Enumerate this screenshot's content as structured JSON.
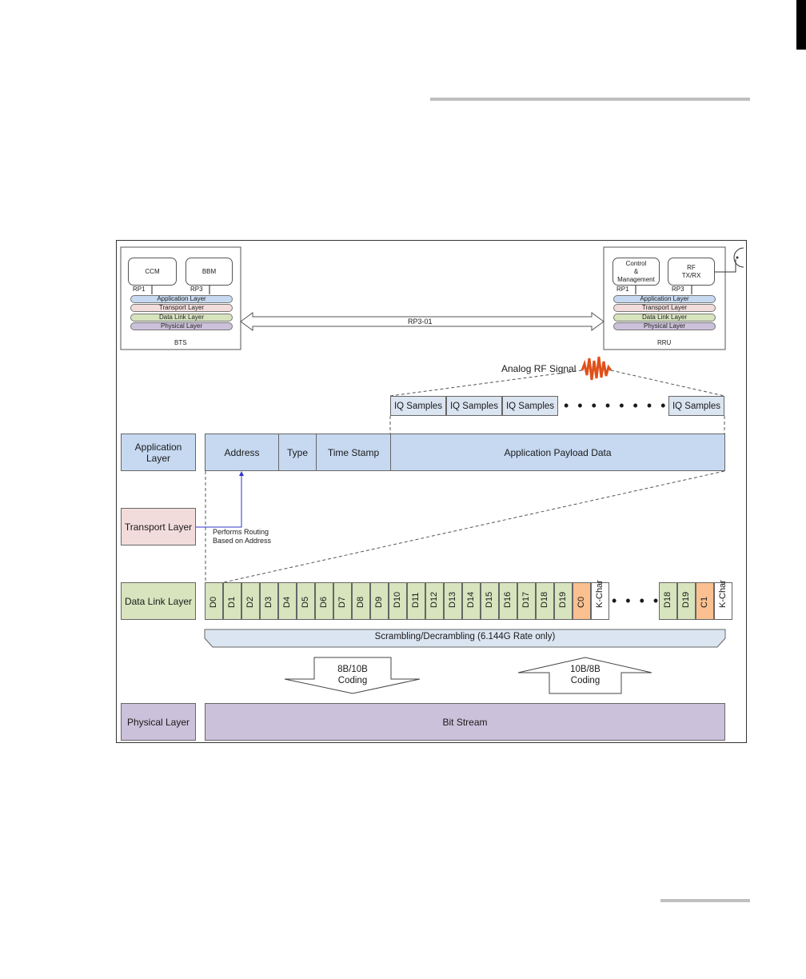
{
  "bts": {
    "title": "BTS",
    "ccm": "CCM",
    "bbm": "BBM",
    "rp1": "RP1",
    "rp3": "RP3",
    "layers": [
      "Application Layer",
      "Transport Layer",
      "Data Link Layer",
      "Physical Layer"
    ]
  },
  "rru": {
    "title": "RRU",
    "control": "Control\n&\nManagement",
    "rf": "RF\nTX/RX",
    "rp1": "RP1",
    "rp3": "RP3",
    "layers": [
      "Application Layer",
      "Transport Layer",
      "Data Link Layer",
      "Physical Layer"
    ]
  },
  "link_label": "RP3-01",
  "analog_label": "Analog RF Signal",
  "iq_samples": [
    "IQ Samples",
    "IQ Samples",
    "IQ Samples",
    "IQ Samples"
  ],
  "left_layers": {
    "application": "Application\nLayer",
    "transport": "Transport Layer",
    "datalink": "Data Link Layer",
    "physical": "Physical Layer"
  },
  "app_row": {
    "address": "Address",
    "type": "Type",
    "timestamp": "Time Stamp",
    "payload": "Application Payload Data"
  },
  "routing_note": "Performs Routing\nBased on Address",
  "datalink_cells": [
    "D0",
    "D1",
    "D2",
    "D3",
    "D4",
    "D5",
    "D6",
    "D7",
    "D8",
    "D9",
    "D10",
    "D11",
    "D12",
    "D13",
    "D14",
    "D15",
    "D16",
    "D17",
    "D18",
    "D19",
    "C0",
    "K-Char"
  ],
  "datalink_tail": [
    "D18",
    "D19",
    "C1",
    "K-Char"
  ],
  "scrambling": "Scrambling/Decrambling (6.144G Rate only)",
  "coding_down": "8B/10B\nCoding",
  "coding_up": "10B/8B\nCoding",
  "bitstream": "Bit Stream",
  "colors": {
    "blue": "#c6d9f1",
    "pink": "#f2dcdb",
    "green": "#d7e4bd",
    "purple": "#ccc1da",
    "orange": "#fac090",
    "routing_line": "#3333cc",
    "rf_wave": "#e0501a"
  }
}
